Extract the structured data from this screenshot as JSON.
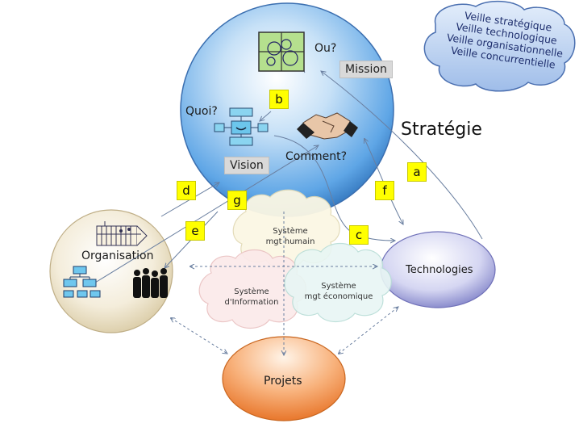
{
  "strategy": {
    "label": "Stratégie",
    "ou": "Ou?",
    "mission": "Mission",
    "quoi": "Quoi?",
    "comment": "Comment?",
    "vision": "Vision"
  },
  "nodes": {
    "organisation": "Organisation",
    "technologies": "Technologies",
    "projets": "Projets"
  },
  "clouds": {
    "humain": [
      "Système",
      "mgt humain"
    ],
    "information": [
      "Système",
      "d'Information"
    ],
    "economique": [
      "Système",
      "mgt économique"
    ]
  },
  "veille": [
    "Veille stratégique",
    "Veille technologique",
    "Veille organisationnelle",
    "Veille concurrentielle"
  ],
  "tags": {
    "a": "a",
    "b": "b",
    "c": "c",
    "d": "d",
    "e": "e",
    "f": "f",
    "g": "g"
  },
  "icons": [
    "matrix-chart-icon",
    "process-flow-icon",
    "handshake-icon",
    "timeline-chart-icon",
    "org-chart-icon",
    "people-silhouettes-icon"
  ],
  "colors": {
    "sphere_blue": "#6aaee8",
    "cream": "#efe6d0",
    "lavender": "#b8b9e6",
    "orange": "#f4924a",
    "tag_yellow": "#ffff00",
    "cloud_blue": "#a9c6ee"
  }
}
